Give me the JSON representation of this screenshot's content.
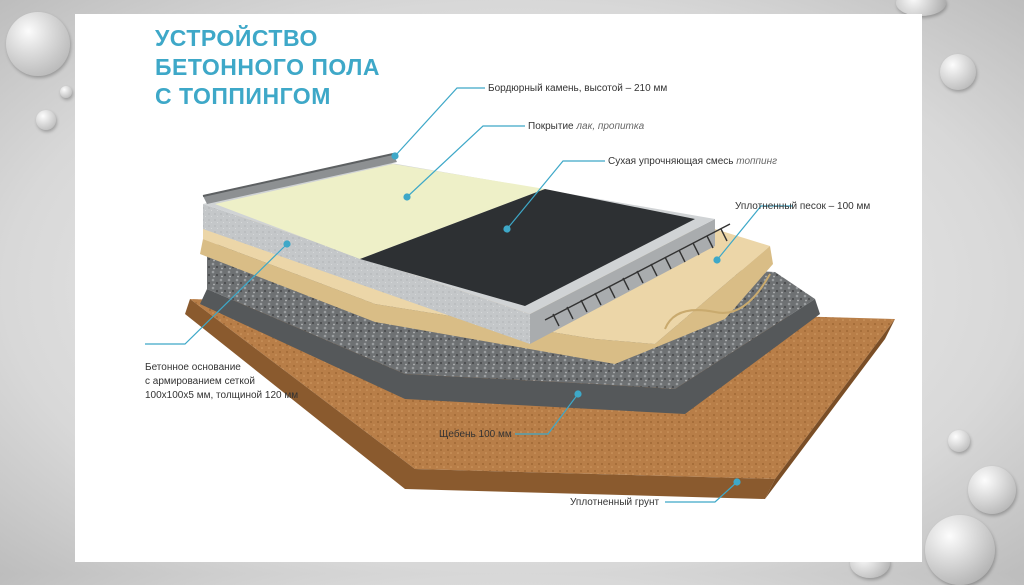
{
  "title": {
    "line1": "УСТРОЙСТВО",
    "line2": "БЕТОННОГО ПОЛА",
    "line3": "С ТОППИНГОМ"
  },
  "labels": {
    "curb_stone": "Бордюрный камень, высотой – 210 мм",
    "coating_main": "Покрытие",
    "coating_note": "лак, пропитка",
    "topping_main": "Сухая упрочняющая смесь",
    "topping_note": "топпинг",
    "sand": "Уплотненный песок – 100 мм",
    "concrete_line1": "Бетонное основание",
    "concrete_line2": "с армированием сеткой",
    "concrete_line3": "100х100х5 мм, толщиной 120 мм",
    "gravel": "Щебень 100 мм",
    "soil": "Уплотненный грунт"
  },
  "colors": {
    "accent": "#3ea8c8",
    "coating": "#eef0c8",
    "topping": "#2d3033",
    "concrete": "#bfc2c4",
    "sand": "#ecd6a8",
    "gravel": "#6e7173",
    "soil": "#b87e48"
  }
}
